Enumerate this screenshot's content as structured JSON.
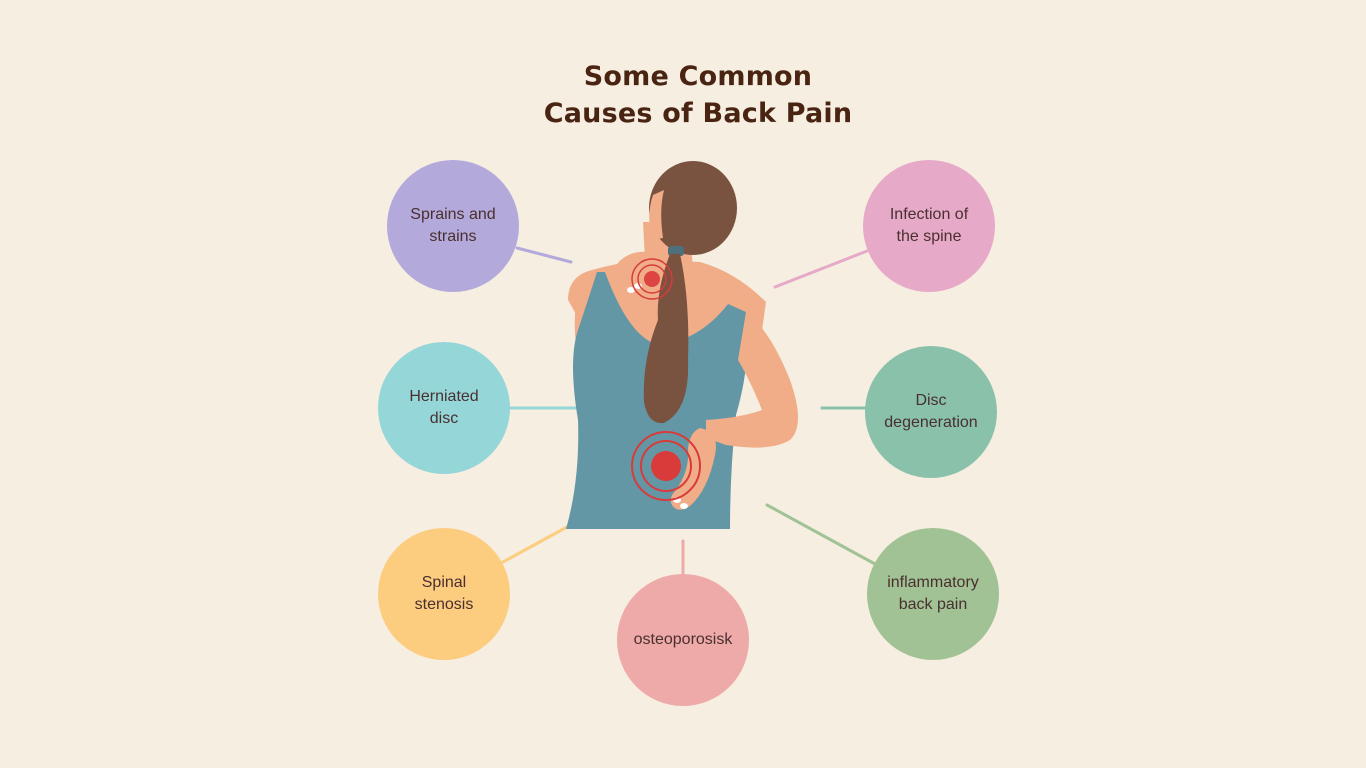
{
  "title": {
    "line1": "Some Common",
    "line2": "Causes of Back Pain"
  },
  "causes": [
    {
      "line1": "Sprains and",
      "line2": "strains",
      "color": "#b3a9db"
    },
    {
      "line1": "Infection of",
      "line2": "the spine",
      "color": "#e6a9c8"
    },
    {
      "line1": "Herniated",
      "line2": "disc",
      "color": "#95d6d8"
    },
    {
      "line1": "Disc",
      "line2": "degeneration",
      "color": "#89c1ab"
    },
    {
      "line1": "Spinal",
      "line2": "stenosis",
      "color": "#fccc7f"
    },
    {
      "line1": "osteoporosisk",
      "line2": "",
      "color": "#eeaaa8"
    },
    {
      "line1": "inflammatory",
      "line2": "back pain",
      "color": "#a1c294"
    }
  ],
  "colors": {
    "background": "#f6eee0",
    "title": "#4a2412",
    "skin": "#f0ad88",
    "tank_top": "#6497a5",
    "hair": "#7a5240",
    "pain": "#d93a3a"
  },
  "icons": {
    "figure": "woman-back-pain-illustration",
    "pain_marker": "pain-target-icon"
  }
}
